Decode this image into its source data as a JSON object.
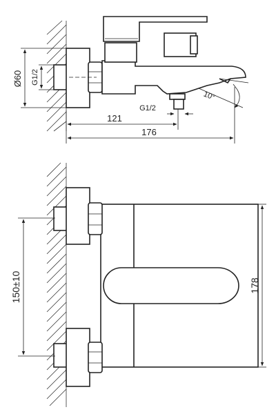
{
  "side_view": {
    "dim_diameter": "Ø60",
    "dim_thread_inlet": "G1/2",
    "dim_thread_outlet": "G1/2",
    "dim_121": "121",
    "dim_176": "176",
    "dim_angle": "10°"
  },
  "front_view": {
    "dim_spacing": "150±10",
    "dim_height": "178"
  },
  "colors": {
    "line": "#222222",
    "hatch": "#333333",
    "background": "#ffffff"
  }
}
